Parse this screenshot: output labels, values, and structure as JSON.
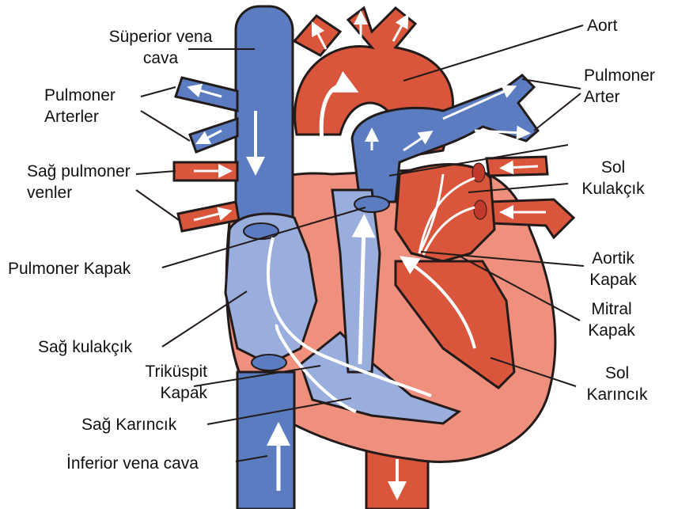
{
  "labels": {
    "superior_vena_cava": [
      "Süperior vena",
      "cava"
    ],
    "pulmonary_arteries_left": [
      "Pulmoner",
      "Arterler"
    ],
    "right_pulmonary_veins": [
      "Sağ pulmoner",
      "venler"
    ],
    "pulmonary_valve": [
      "Pulmoner Kapak"
    ],
    "right_atrium": [
      "Sağ kulakçık"
    ],
    "tricuspid_valve": [
      "Triküspit",
      "Kapak"
    ],
    "right_ventricle": [
      "Sağ Karıncık"
    ],
    "inferior_vena_cava": [
      "İnferior vena cava"
    ],
    "aorta": [
      "Aort"
    ],
    "pulmonary_artery_right": [
      "Pulmoner",
      "Arter"
    ],
    "left_atrium": [
      "Sol",
      "Kulakçık"
    ],
    "aortic_valve": [
      "Aortik",
      "Kapak"
    ],
    "mitral_valve": [
      "Mitral",
      "Kapak"
    ],
    "left_ventricle": [
      "Sol",
      "Karıncık"
    ]
  },
  "colors": {
    "deoxygenated": "#5b7cc0",
    "deoxygenated_light": "#9aaede",
    "oxygenated": "#d9563c",
    "heart_wall": "#ef8f7d",
    "outline": "#231a1a",
    "flow_arrow": "#ffffff"
  }
}
